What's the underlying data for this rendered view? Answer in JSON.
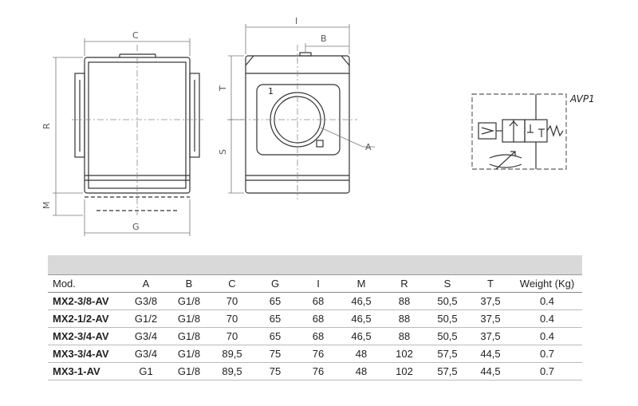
{
  "drawing": {
    "labels": {
      "c": "C",
      "r": "R",
      "m": "M",
      "g": "G",
      "i": "I",
      "b": "B",
      "t": "T",
      "s": "S",
      "a": "A",
      "port": "1",
      "symbol": "AVP1"
    }
  },
  "table": {
    "headers": [
      "Mod.",
      "A",
      "B",
      "C",
      "G",
      "I",
      "M",
      "R",
      "S",
      "T",
      "Weight (Kg)"
    ],
    "rows": [
      [
        "MX2-3/8-AV",
        "G3/8",
        "G1/8",
        "70",
        "65",
        "68",
        "46,5",
        "88",
        "50,5",
        "37,5",
        "0.4"
      ],
      [
        "MX2-1/2-AV",
        "G1/2",
        "G1/8",
        "70",
        "65",
        "68",
        "46,5",
        "88",
        "50,5",
        "37,5",
        "0.4"
      ],
      [
        "MX2-3/4-AV",
        "G3/4",
        "G1/8",
        "70",
        "65",
        "68",
        "46,5",
        "88",
        "50,5",
        "37,5",
        "0.4"
      ],
      [
        "MX3-3/4-AV",
        "G3/4",
        "G1/8",
        "89,5",
        "75",
        "76",
        "48",
        "102",
        "57,5",
        "44,5",
        "0.7"
      ],
      [
        "MX3-1-AV",
        "G1",
        "G1/8",
        "89,5",
        "75",
        "76",
        "48",
        "102",
        "57,5",
        "44,5",
        "0.7"
      ]
    ]
  }
}
